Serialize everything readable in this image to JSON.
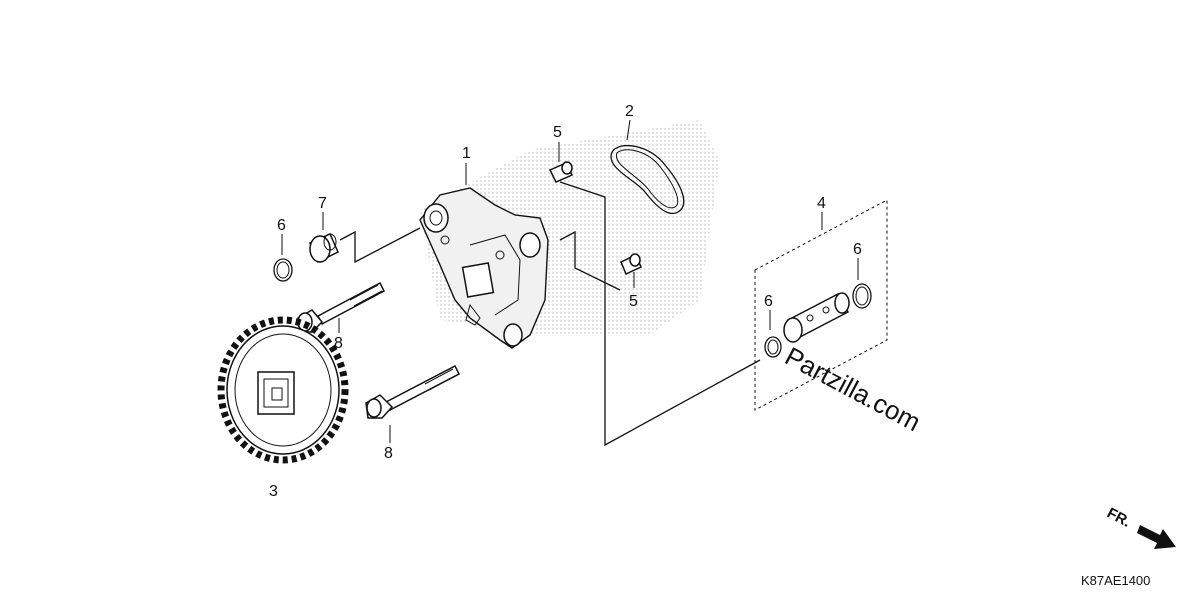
{
  "callouts": {
    "c1": "1",
    "c2": "2",
    "c3": "3",
    "c4": "4",
    "c5a": "5",
    "c5b": "5",
    "c6a": "6",
    "c6b": "6",
    "c6c": "6",
    "c7": "7",
    "c8a": "8",
    "c8b": "8"
  },
  "watermark": "Partzilla.com",
  "direction": {
    "label": "FR.",
    "icon": "front-arrow-icon"
  },
  "diagram_code": "K87AE1400",
  "colors": {
    "ink": "#111111",
    "background": "#ffffff"
  }
}
